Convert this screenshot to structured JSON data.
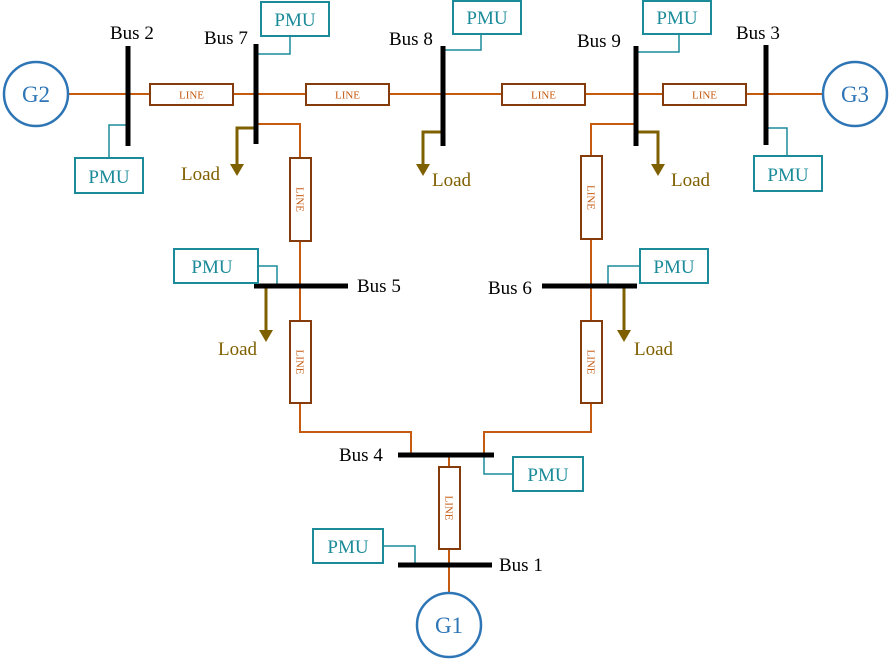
{
  "colors": {
    "line": "#c55a11",
    "line_box": "#843c0c",
    "bus": "#000000",
    "generator": "#2e75b6",
    "pmu": "#1b8b9a",
    "load": "#7f6000",
    "text": "#000000"
  },
  "generators": {
    "g1": "G1",
    "g2": "G2",
    "g3": "G3"
  },
  "buses": {
    "bus1": "Bus 1",
    "bus2": "Bus 2",
    "bus3": "Bus 3",
    "bus4": "Bus 4",
    "bus5": "Bus 5",
    "bus6": "Bus 6",
    "bus7": "Bus 7",
    "bus8": "Bus 8",
    "bus9": "Bus 9"
  },
  "labels": {
    "line": "LINE",
    "pmu": "PMU",
    "load": "Load"
  }
}
